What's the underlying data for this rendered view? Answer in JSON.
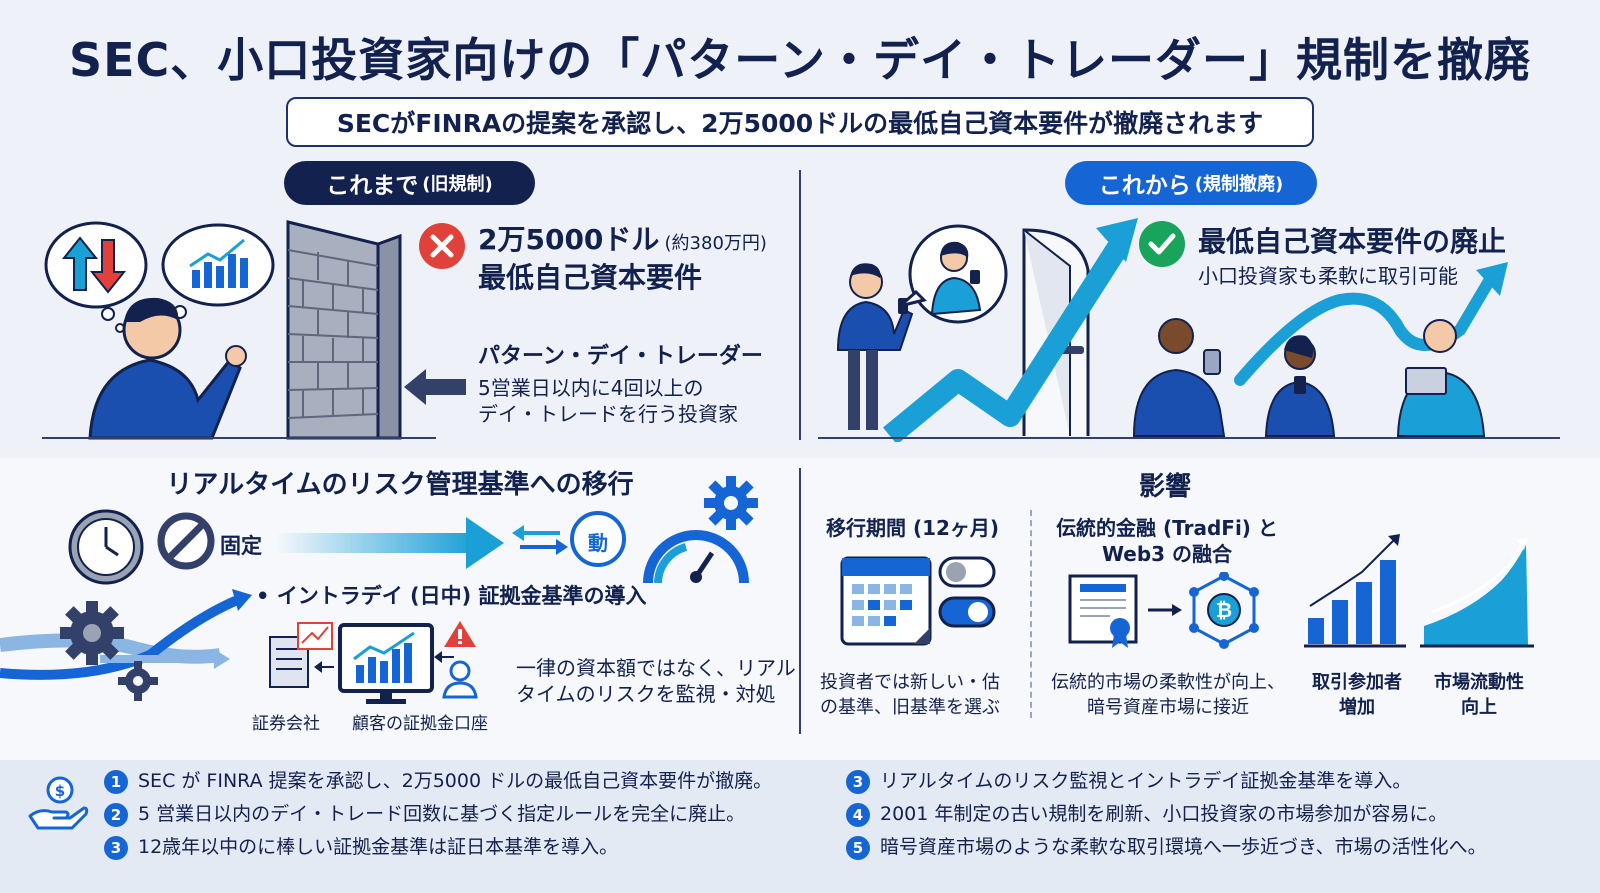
{
  "header": {
    "title": "SEC、小口投資家向けの「パターン・デイ・トレーダー」規制を撤廃",
    "subtitle": "SECがFINRAの提案を承認し、2万5000ドルの最低自己資本要件が撤廃されます"
  },
  "before": {
    "label": "これまで",
    "label_note": "(旧規制)",
    "requirement_amount": "2万5000ドル",
    "requirement_note": "(約380万円)",
    "requirement_title": "最低自己資本要件",
    "pdt_title": "パターン・デイ・トレーダー",
    "pdt_line1": "5営業日以内に4回以上の",
    "pdt_line2": "デイ・トレードを行う投資家"
  },
  "after": {
    "label": "これから",
    "label_note": "(規制撤廃)",
    "headline": "最低自己資本要件の廃止",
    "sub": "小口投資家も柔軟に取引可能"
  },
  "transition": {
    "title": "リアルタイムのリスク管理基準への移行",
    "fixed_label": "固定",
    "dynamic_label": "動",
    "intraday": "• イントラデイ (日中) 証拠金基準の導入",
    "broker_label": "証券会社",
    "account_label": "顧客の証拠金口座",
    "desc_line1": "一律の資本額ではなく、リアル",
    "desc_line2": "タイムのリスクを監視・対処"
  },
  "impact": {
    "title": "影響",
    "period_title": "移行期間 (12ヶ月)",
    "period_line1": "投資者では新しい・估",
    "period_line2": "の基準、旧基準を選ぶ",
    "fusion_title1": "伝統的金融 (TradFi) と",
    "fusion_title2": "Web3 の融合",
    "fusion_line1": "伝統的市場の柔軟性が向上、",
    "fusion_line2": "暗号資産市場に接近",
    "participants_line1": "取引参加者",
    "participants_line2": "増加",
    "liquidity_line1": "市場流動性",
    "liquidity_line2": "向上"
  },
  "summary": {
    "left": [
      {
        "num": "1",
        "text": "SEC が FINRA 提案を承認し、2万5000 ドルの最低自己資本要件が撤廃。"
      },
      {
        "num": "2",
        "text": "5 営業日以内のデイ・トレード回数に基づく指定ルールを完全に廃止。"
      },
      {
        "num": "3",
        "text": "12歳年以中のに棒しい証拠金基準は証日本基準を導入。"
      }
    ],
    "right": [
      {
        "num": "3",
        "text": "リアルタイムのリスク監視とイントラデイ証拠金基準を導入。"
      },
      {
        "num": "4",
        "text": "2001 年制定の古い規制を刷新、小口投資家の市場参加が容易に。"
      },
      {
        "num": "5",
        "text": "暗号資産市場のような柔軟な取引環境へ一歩近づき、市場の活性化へ。"
      }
    ]
  },
  "colors": {
    "navy": "#12214d",
    "blue": "#1565d4",
    "cyan": "#1a9fd6",
    "red": "#e0413a",
    "green": "#1aa35a"
  },
  "icons": [
    "up-down-arrows-icon",
    "chart-thought-icon",
    "thinking-person-icon",
    "brick-wall-icon",
    "x-circle-icon",
    "left-arrow-icon",
    "phone-person-icon",
    "door-icon",
    "rising-arrow-icon",
    "check-circle-icon",
    "group-people-icon",
    "clock-icon",
    "prohibited-icon",
    "right-arrow-icon",
    "exchange-arrows-icon",
    "gauge-icon",
    "gear-icon",
    "document-icon",
    "monitor-chart-icon",
    "warning-icon",
    "user-icon",
    "calendar-icon",
    "toggle-icon",
    "certificate-icon",
    "bitcoin-network-icon",
    "bar-chart-icon",
    "area-chart-icon",
    "money-hand-icon"
  ]
}
